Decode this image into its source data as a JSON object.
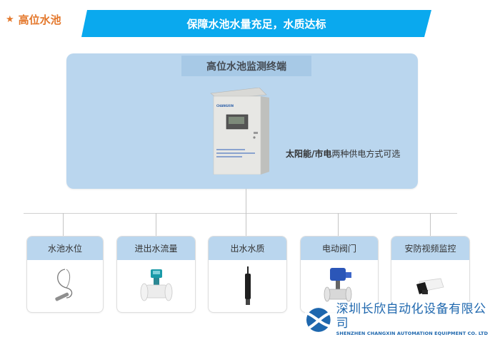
{
  "section": {
    "star_icon": "star-icon",
    "label": "高位水池",
    "accent_color": "#e4782c"
  },
  "banner": {
    "text": "保障水池水量充足，水质达标",
    "color": "#0aa9ee"
  },
  "terminal": {
    "title": "高位水池监测终端",
    "power_note_bold": "太阳能/市电",
    "power_note_rest": "两种供电方式可选",
    "image": "monitoring-cabinet",
    "cabinet_brand": "CHANGXIN"
  },
  "devices": [
    {
      "label": "水池水位",
      "image": "level-sensor-probe"
    },
    {
      "label": "进出水流量",
      "image": "flow-meter"
    },
    {
      "label": "出水水质",
      "image": "water-quality-probe"
    },
    {
      "label": "电动阀门",
      "image": "electric-valve"
    },
    {
      "label": "安防视频监控",
      "image": "security-camera"
    }
  ],
  "company": {
    "name_cn": "深圳长欣自动化设备有限公司",
    "name_en": "SHENZHEN CHANGXIN AUTOMATION EQUIPMENT CO. LTD",
    "brand_color": "#1e67ae"
  }
}
